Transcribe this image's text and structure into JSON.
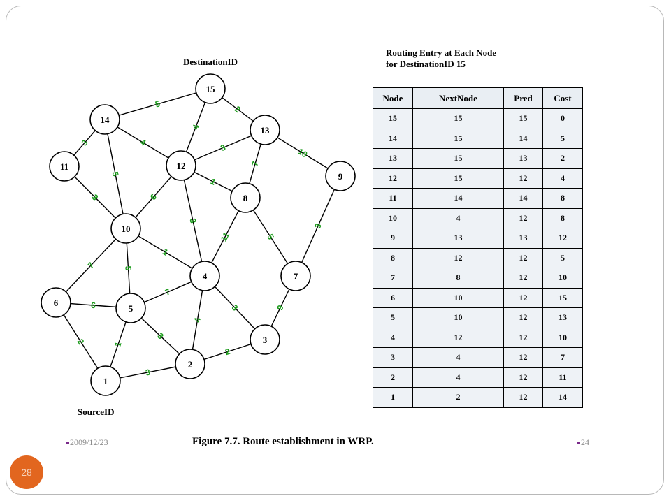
{
  "graph": {
    "destination_label": "DestinationID",
    "source_label": "SourceID",
    "nodes": [
      {
        "id": "15"
      },
      {
        "id": "14"
      },
      {
        "id": "13"
      },
      {
        "id": "12"
      },
      {
        "id": "11"
      },
      {
        "id": "10"
      },
      {
        "id": "9"
      },
      {
        "id": "8"
      },
      {
        "id": "7"
      },
      {
        "id": "6"
      },
      {
        "id": "5"
      },
      {
        "id": "4"
      },
      {
        "id": "3"
      },
      {
        "id": "2"
      },
      {
        "id": "1"
      }
    ],
    "edges": [
      {
        "from": "14",
        "to": "15",
        "weight": "5"
      },
      {
        "from": "15",
        "to": "13",
        "weight": "2"
      },
      {
        "from": "15",
        "to": "12",
        "weight": "4"
      },
      {
        "from": "14",
        "to": "12",
        "weight": "4"
      },
      {
        "from": "14",
        "to": "11",
        "weight": "3"
      },
      {
        "from": "14",
        "to": "10",
        "weight": "5"
      },
      {
        "from": "13",
        "to": "12",
        "weight": "3"
      },
      {
        "from": "13",
        "to": "9",
        "weight": "10"
      },
      {
        "from": "13",
        "to": "8",
        "weight": "7"
      },
      {
        "from": "12",
        "to": "8",
        "weight": "1"
      },
      {
        "from": "12",
        "to": "10",
        "weight": "6"
      },
      {
        "from": "12",
        "to": "4",
        "weight": "3"
      },
      {
        "from": "11",
        "to": "10",
        "weight": "3"
      },
      {
        "from": "9",
        "to": "7",
        "weight": "3"
      },
      {
        "from": "8",
        "to": "7",
        "weight": "5"
      },
      {
        "from": "8",
        "to": "4",
        "weight": "11"
      },
      {
        "from": "10",
        "to": "4",
        "weight": "1"
      },
      {
        "from": "10",
        "to": "6",
        "weight": "7"
      },
      {
        "from": "10",
        "to": "5",
        "weight": "5"
      },
      {
        "from": "7",
        "to": "3",
        "weight": "9"
      },
      {
        "from": "6",
        "to": "5",
        "weight": "6"
      },
      {
        "from": "6",
        "to": "1",
        "weight": "2"
      },
      {
        "from": "5",
        "to": "4",
        "weight": "7"
      },
      {
        "from": "5",
        "to": "2",
        "weight": "3"
      },
      {
        "from": "5",
        "to": "1",
        "weight": "1"
      },
      {
        "from": "4",
        "to": "3",
        "weight": "3"
      },
      {
        "from": "4",
        "to": "2",
        "weight": "4"
      },
      {
        "from": "3",
        "to": "2",
        "weight": "2"
      },
      {
        "from": "2",
        "to": "1",
        "weight": "3"
      }
    ]
  },
  "routing_table": {
    "heading_line1": "Routing Entry at Each Node",
    "heading_line2": "for DestinationID 15",
    "columns": [
      "Node",
      "NextNode",
      "Pred",
      "Cost"
    ],
    "rows": [
      [
        "15",
        "15",
        "15",
        "0"
      ],
      [
        "14",
        "15",
        "14",
        "5"
      ],
      [
        "13",
        "15",
        "13",
        "2"
      ],
      [
        "12",
        "15",
        "12",
        "4"
      ],
      [
        "11",
        "14",
        "14",
        "8"
      ],
      [
        "10",
        "4",
        "12",
        "8"
      ],
      [
        "9",
        "13",
        "13",
        "12"
      ],
      [
        "8",
        "12",
        "12",
        "5"
      ],
      [
        "7",
        "8",
        "12",
        "10"
      ],
      [
        "6",
        "10",
        "12",
        "15"
      ],
      [
        "5",
        "10",
        "12",
        "13"
      ],
      [
        "4",
        "12",
        "12",
        "10"
      ],
      [
        "3",
        "4",
        "12",
        "7"
      ],
      [
        "2",
        "4",
        "12",
        "11"
      ],
      [
        "1",
        "2",
        "12",
        "14"
      ]
    ]
  },
  "footer": {
    "date": "2009/12/23",
    "caption": "Figure 7.7. Route establishment in WRP.",
    "page_ref": "24"
  },
  "slide_number": "28",
  "colors": {
    "edge_weight": "#1a9a1a",
    "badge": "#e2661f",
    "table_cell": "#eef2f6"
  }
}
